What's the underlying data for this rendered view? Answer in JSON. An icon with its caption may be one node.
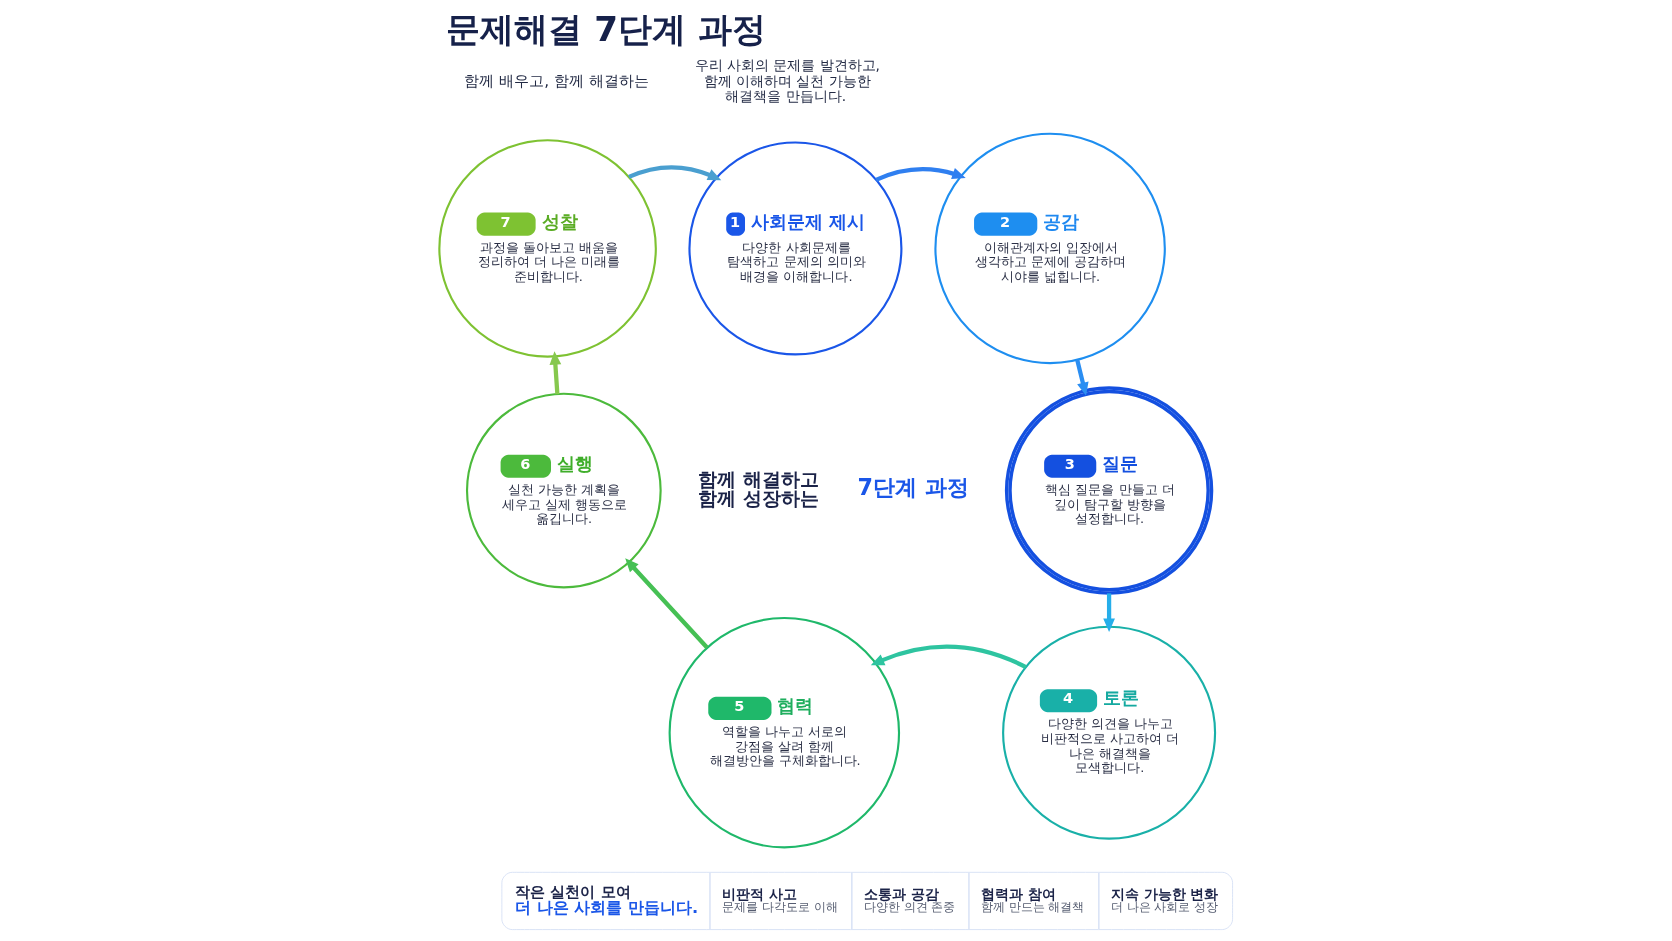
{
  "diagram": {
    "title": "문제해결 7단계 과정",
    "nodes": [
      {
        "text": [
          "1",
          "사회문제 제시",
          "다양한 사회문제를 탐색하고 문제의 의미와 배경을 이해합니다."
        ]
      },
      {
        "text": [
          "2",
          "공감",
          "이해관계자의 입장에서 생각하고 문제에 공감하며 시야를 넓힙니다."
        ]
      },
      {
        "text": [
          "3",
          "질문",
          "핵심 질문을 만들고 더 깊이 탐구할 방향을 설정합니다."
        ]
      },
      {
        "text": [
          "4",
          "토론",
          "다양한 의견을 나누고 비판적으로 사고하여 더 나은 해결책을 모색합니다."
        ]
      },
      {
        "text": [
          "5",
          "협력",
          "역할을 나누고 서로의 강점을 살려 함께 해결방안을 구체화합니다."
        ]
      },
      {
        "text": [
          "6",
          "실행",
          "실천 가능한 계획을 세우고 실제 행동으로 옮깁니다."
        ]
      },
      {
        "text": [
          "7",
          "성찰",
          "과정을 돌아보고 배움을 정리하여 더 나은 미래를 준비합니다."
        ]
      },
      {
        "text": [
          "작은 실천이 모여",
          "더 나은 사회를 만듭니다.",
          "비판적 사고",
          "문제를 다각도로 이해",
          "소통과 공감",
          "다양한 의견 존중",
          "협력과 참여",
          "함께 만드는 해결책",
          "지속 가능한 변화",
          "더 나은 사회로 성장"
        ]
      }
    ],
    "edges": [
      {
        "from": 0,
        "to": 1,
        "arrow": "to",
        "color": "#2f7ff0"
      },
      {
        "from": 1,
        "to": 2,
        "arrow": "to",
        "color": "#2b8ef2"
      },
      {
        "from": 2,
        "to": 3,
        "arrow": "to",
        "color": "#26aeea"
      },
      {
        "from": 3,
        "to": 4,
        "arrow": "to",
        "color": "#2ec4a0"
      },
      {
        "from": 4,
        "to": 5,
        "arrow": "to",
        "color": "#46c054"
      },
      {
        "from": 5,
        "to": 6,
        "arrow": "to",
        "color": "#86c84e"
      },
      {
        "from": 6,
        "to": 0,
        "arrow": "to",
        "color": "#4a9fd0"
      }
    ],
    "labels": [
      "함께 배우고, 함께 해결하는",
      "우리 사회의 문제를 발견하고, 함께 이해하며 실천 가능한 해결책을 만듭니다.",
      "함께 해결하고 함께 성장하는",
      "7단계 과정"
    ]
  }
}
